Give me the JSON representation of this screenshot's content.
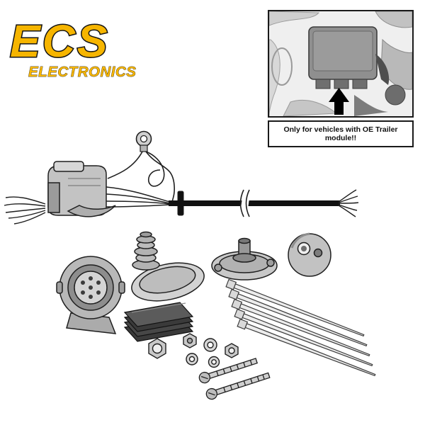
{
  "brand": {
    "name": "ECS",
    "subtitle": "ELECTRONICS",
    "yellow": "#F6B500",
    "outline": "#141414"
  },
  "notice": {
    "caption": "Only for vehicles with OE Trailer module!!"
  },
  "illustration": {
    "parts": [
      "vehicle-specific wiring harness with module connector",
      "ring terminal",
      "main cable with break mark and frayed ends",
      "7-pin towing socket",
      "corrugated grommet with oval base plate",
      "round mounting plate with stud",
      "rubber grommet dome",
      "adhesive pad stack",
      "five cable ties",
      "nuts, washers and bolts",
      "two self-tapping screws"
    ],
    "line_color": "#1f1f1f",
    "fill_light": "#d2d2d2",
    "fill_mid": "#b5b5b5",
    "fill_dark": "#3f3f3f"
  }
}
